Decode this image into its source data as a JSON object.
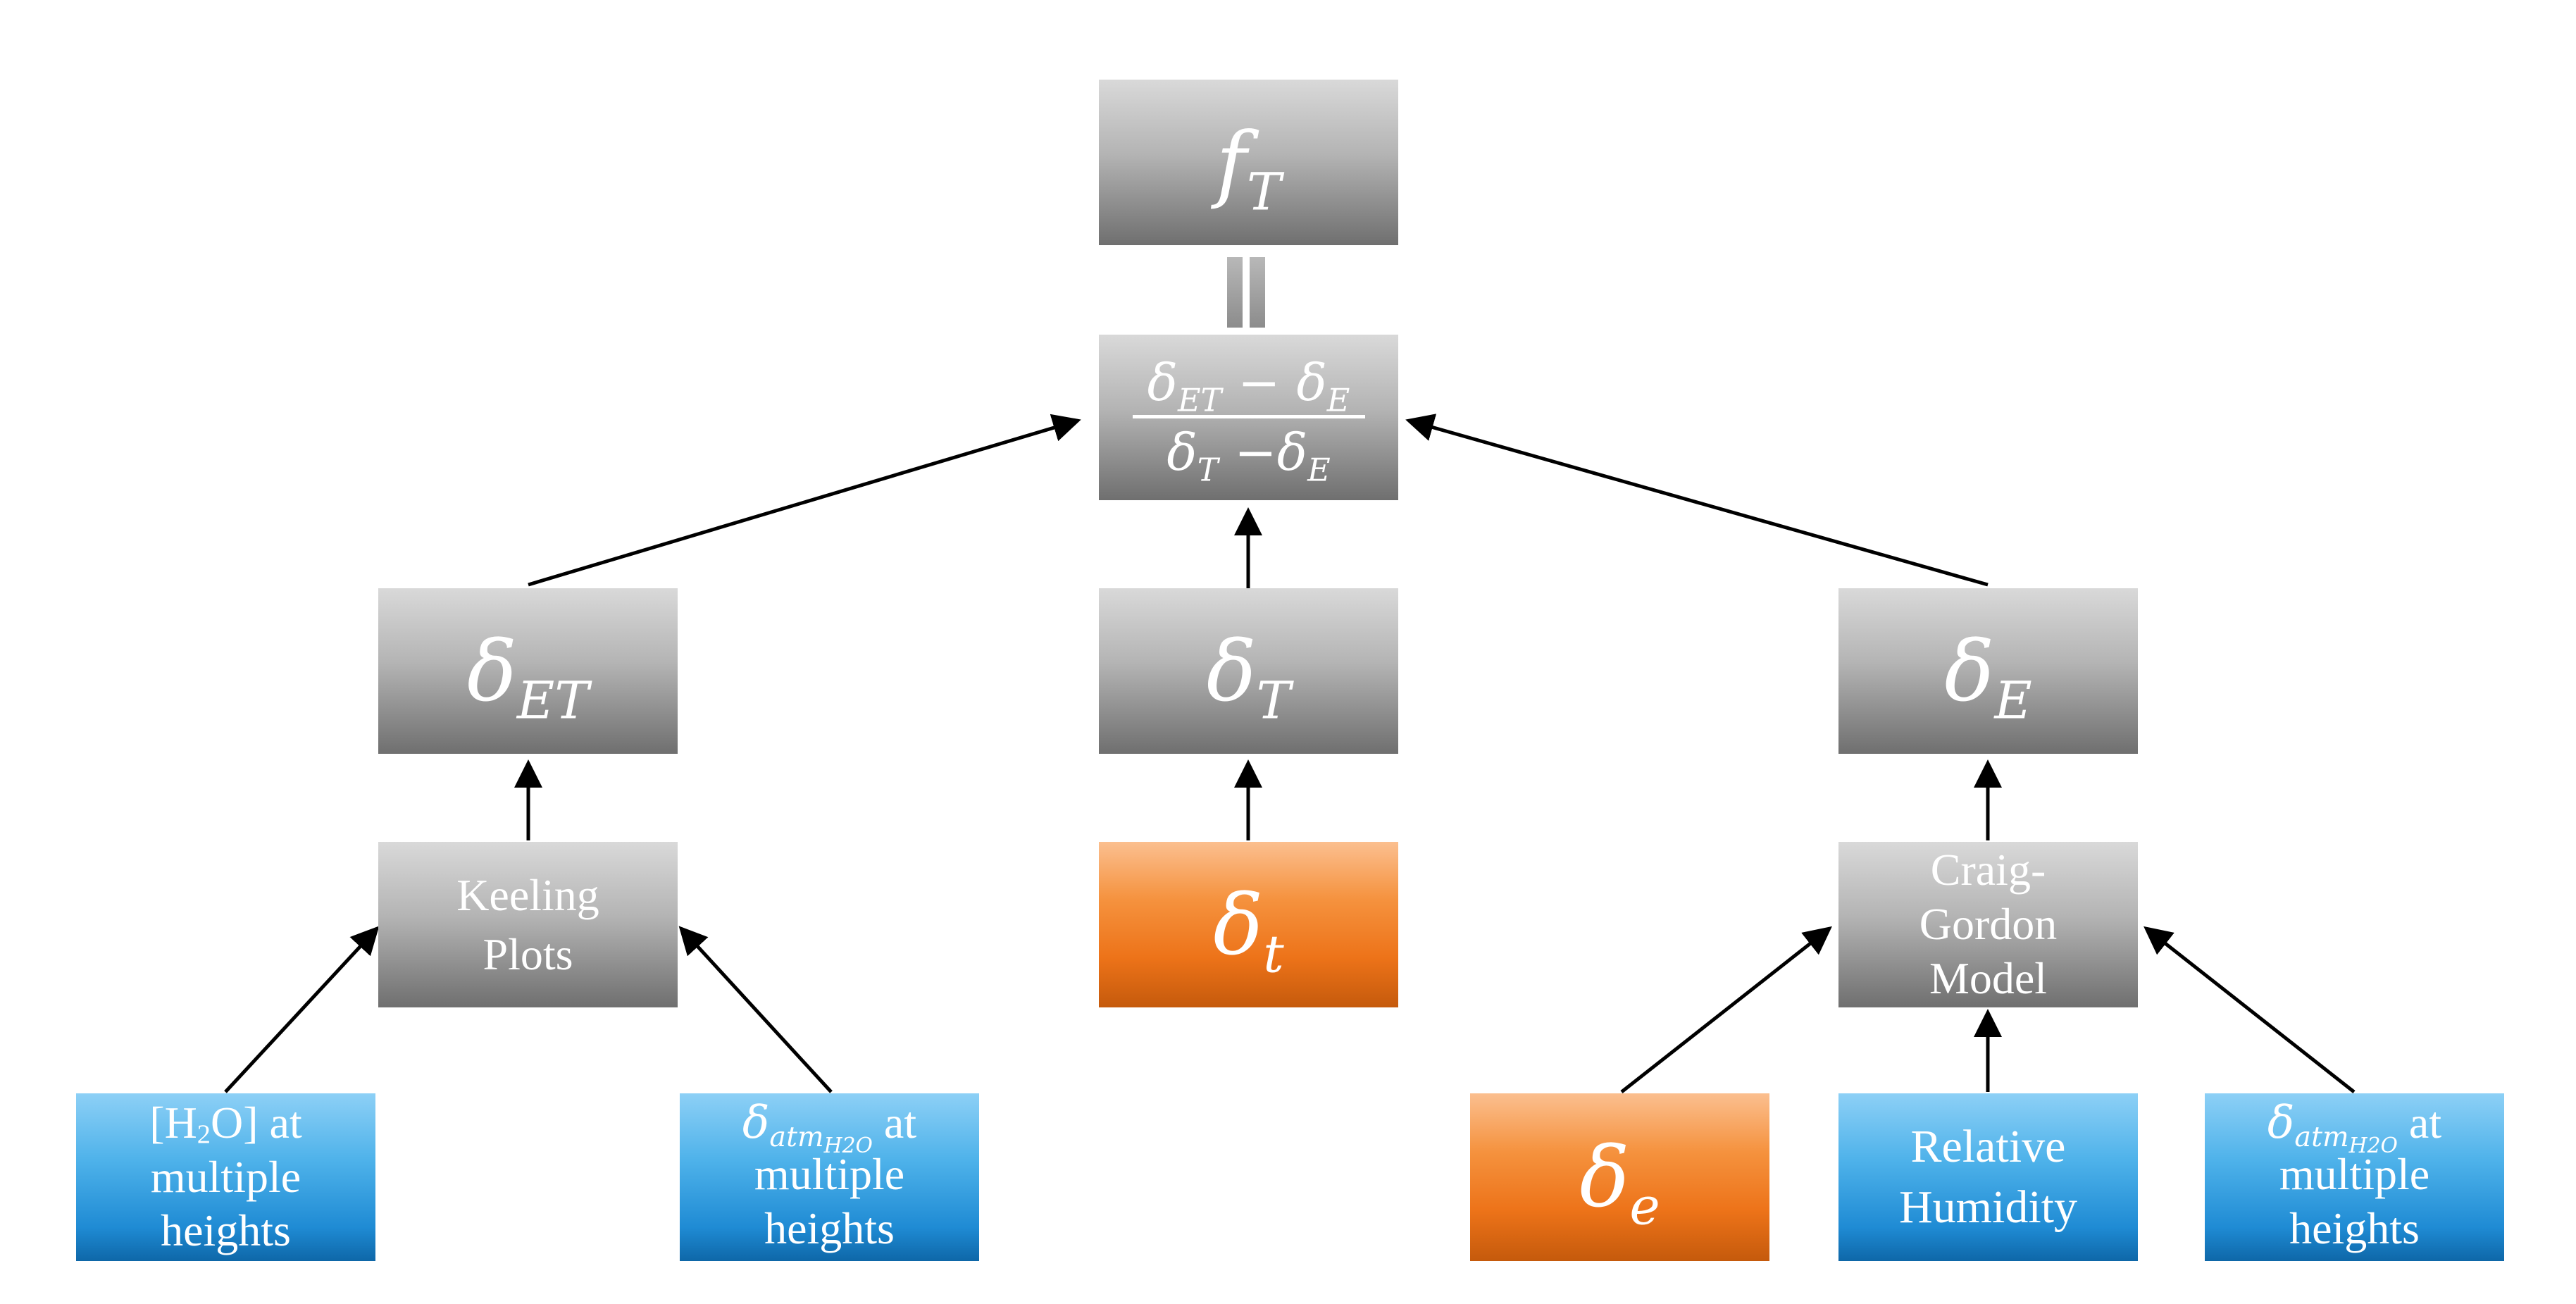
{
  "nodes": {
    "fT": {
      "symbol": "f",
      "subscript": "T"
    },
    "equals": {
      "symbol": "="
    },
    "fraction": {
      "numerator": {
        "a": "δ",
        "a_sub": "ET",
        "op": "−",
        "b": "δ",
        "b_sub": "E"
      },
      "denominator": {
        "a": "δ",
        "a_sub": "T",
        "op": "−",
        "b": "δ",
        "b_sub": "E"
      }
    },
    "deltaET": {
      "symbol": "δ",
      "subscript": "ET"
    },
    "deltaT": {
      "symbol": "δ",
      "subscript": "T"
    },
    "deltaE": {
      "symbol": "δ",
      "subscript": "E"
    },
    "keeling": {
      "label": "Keeling\nPlots"
    },
    "deltat": {
      "symbol": "δ",
      "subscript": "t"
    },
    "craig": {
      "label": "Craig-\nGordon\nModel"
    },
    "h2o": {
      "prefix": "[H",
      "sub": "2",
      "suffix": "O] at",
      "rest": "multiple\nheights"
    },
    "atm_left": {
      "symbol": "δ",
      "sub_main": "atm",
      "sub_sub": "H2O",
      "after": " at",
      "rest": "multiple\nheights"
    },
    "deltae": {
      "symbol": "δ",
      "subscript": "e"
    },
    "rh": {
      "label": "Relative\nHumidity"
    },
    "atm_right": {
      "symbol": "δ",
      "sub_main": "atm",
      "sub_sub": "H2O",
      "after": " at",
      "rest": "multiple\nheights"
    }
  },
  "colors": {
    "gray_box": "#9a9a9a",
    "orange_box": "#ed7319",
    "blue_box": "#1f8bd4",
    "arrow": "#000000",
    "text": "#ffffff"
  }
}
